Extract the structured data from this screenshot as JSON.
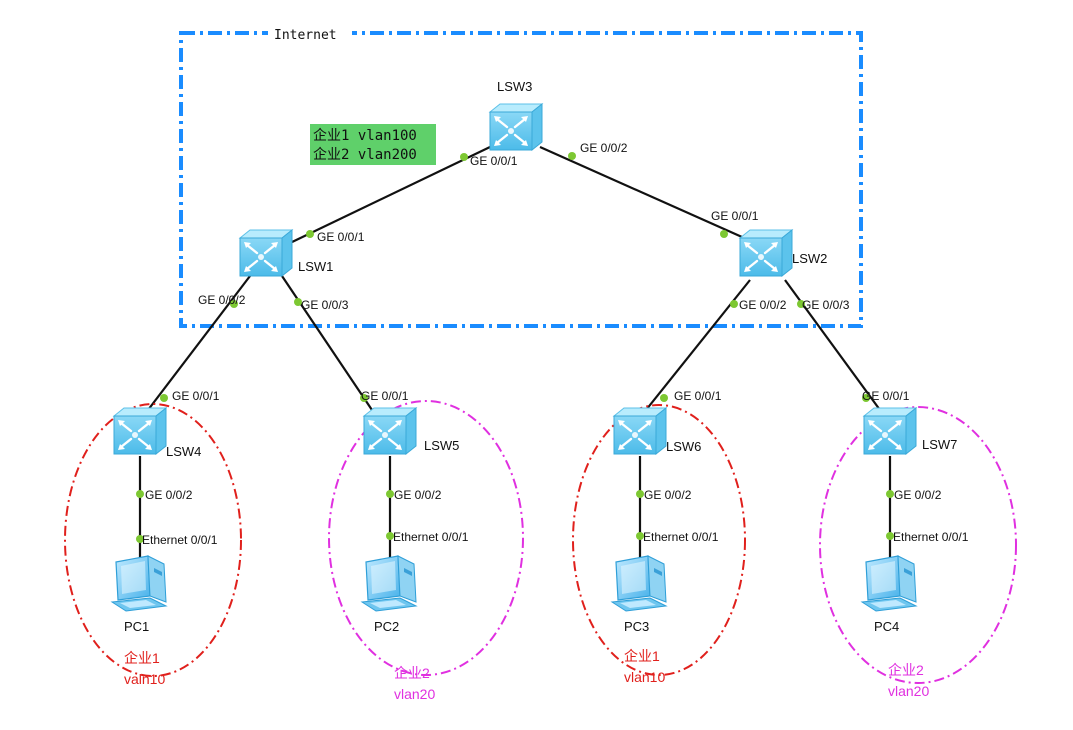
{
  "colors": {
    "internet_border": "#1a8cff",
    "link": "#111111",
    "port_dot": "#7dc832",
    "enterprise1": "#e0201c",
    "enterprise2": "#e030e0",
    "note_bg": "#5fd06a",
    "switch_body": "#7fd7f7",
    "pc_body": "#4fb7ea"
  },
  "internet": {
    "label": "Internet"
  },
  "note": {
    "line1": "企业1 vlan100",
    "line2": "企业2 vlan200"
  },
  "devices": {
    "lsw3": "LSW3",
    "lsw1": "LSW1",
    "lsw2": "LSW2",
    "lsw4": "LSW4",
    "lsw5": "LSW5",
    "lsw6": "LSW6",
    "lsw7": "LSW7",
    "pc1": "PC1",
    "pc2": "PC2",
    "pc3": "PC3",
    "pc4": "PC4"
  },
  "ports": {
    "lsw3_g1": "GE 0/0/1",
    "lsw3_g2": "GE 0/0/2",
    "lsw1_g1": "GE 0/0/1",
    "lsw1_g2": "GE 0/0/2",
    "lsw1_g3": "GE 0/0/3",
    "lsw2_g1": "GE 0/0/1",
    "lsw2_g2": "GE 0/0/2",
    "lsw2_g3": "GE 0/0/3",
    "lsw4_g1": "GE 0/0/1",
    "lsw4_g2": "GE 0/0/2",
    "lsw5_g1": "GE 0/0/1",
    "lsw5_g2": "GE 0/0/2",
    "lsw6_g1": "GE 0/0/1",
    "lsw6_g2": "GE 0/0/2",
    "lsw7_g1": "GE 0/0/1",
    "lsw7_g2": "GE 0/0/2",
    "pc1_eth": "Ethernet 0/0/1",
    "pc2_eth": "Ethernet 0/0/1",
    "pc3_eth": "Ethernet 0/0/1",
    "pc4_eth": "Ethernet 0/0/1"
  },
  "groups": {
    "g1": {
      "name": "企业1",
      "vlan": "valn10"
    },
    "g2": {
      "name": "企业2",
      "vlan": "vlan20"
    },
    "g3": {
      "name": "企业1",
      "vlan": "vlan10"
    },
    "g4": {
      "name": "企业2",
      "vlan": "vlan20"
    }
  }
}
